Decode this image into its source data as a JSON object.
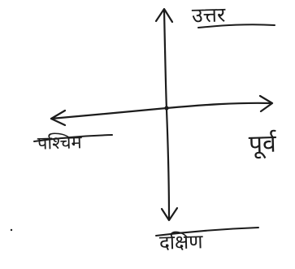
{
  "directions": {
    "north": "उत्तर",
    "south": "दक्षिण",
    "east": "पूर्व",
    "west": "पश्चिम"
  },
  "ink_color": "#1c1c1c",
  "background": "#ffffff"
}
